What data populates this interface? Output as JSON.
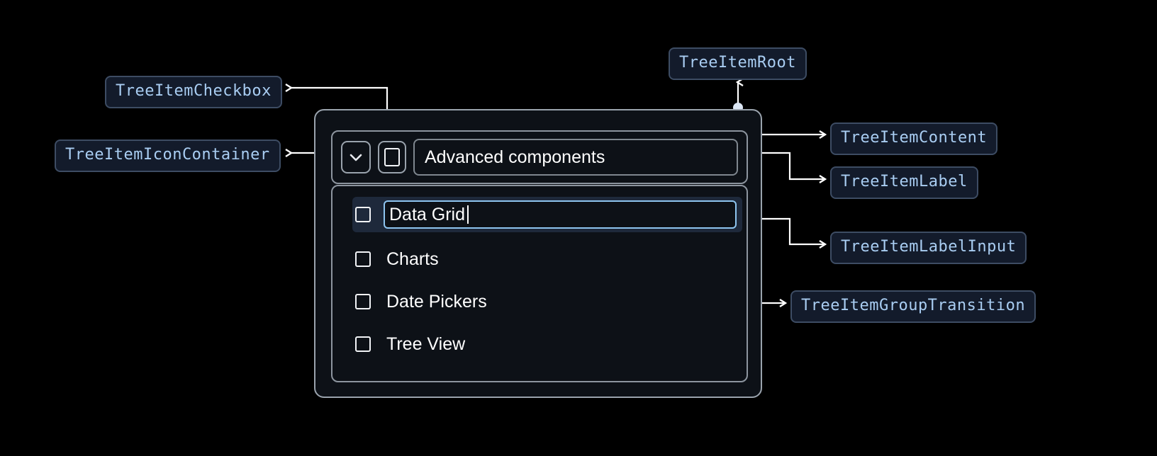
{
  "background": "#000000",
  "accent_blue": "#a9cdf2",
  "input_border": "#8ec5f0",
  "selected_row_bg": "#1e293b",
  "annotations": [
    {
      "id": "tree-item-checkbox",
      "label": "TreeItemCheckbox"
    },
    {
      "id": "tree-item-icon-container",
      "label": "TreeItemIconContainer"
    },
    {
      "id": "tree-item-root",
      "label": "TreeItemRoot"
    },
    {
      "id": "tree-item-content",
      "label": "TreeItemContent"
    },
    {
      "id": "tree-item-label",
      "label": "TreeItemLabel"
    },
    {
      "id": "tree-item-label-input",
      "label": "TreeItemLabelInput"
    },
    {
      "id": "tree-item-group-transition",
      "label": "TreeItemGroupTransition"
    }
  ],
  "tree": {
    "icon": "chevron-down-icon",
    "root_checkbox_checked": false,
    "root_label": "Advanced components",
    "items": [
      {
        "label": "Data Grid",
        "checked": false,
        "editing": true
      },
      {
        "label": "Charts",
        "checked": false,
        "editing": false
      },
      {
        "label": "Date Pickers",
        "checked": false,
        "editing": false
      },
      {
        "label": "Tree View",
        "checked": false,
        "editing": false
      }
    ]
  }
}
